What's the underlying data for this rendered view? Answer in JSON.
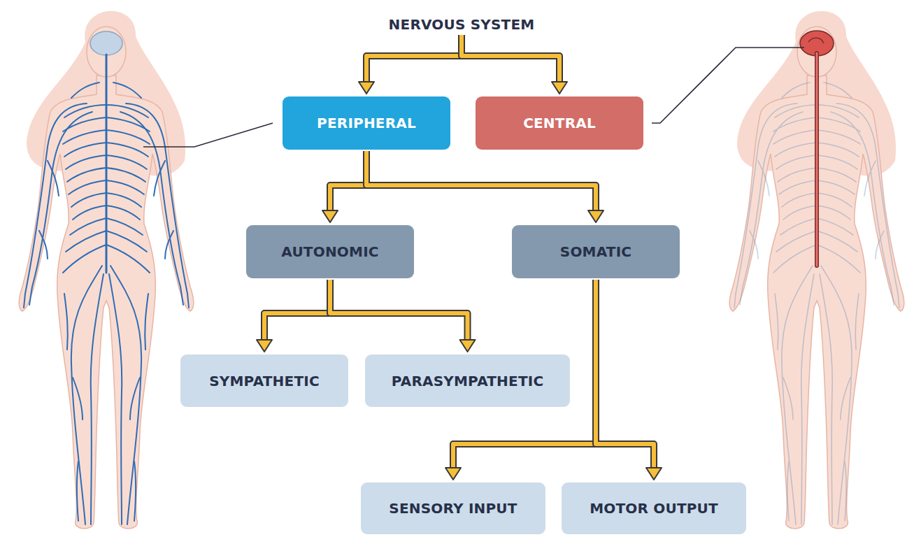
{
  "diagram": {
    "nodes": [
      {
        "text": [
          "NERVOUS SYSTEM"
        ]
      },
      {
        "text": [
          "PERIPHERAL"
        ]
      },
      {
        "text": [
          "CENTRAL"
        ]
      },
      {
        "text": [
          "AUTONOMIC"
        ]
      },
      {
        "text": [
          "SOMATIC"
        ]
      },
      {
        "text": [
          "SYMPATHETIC"
        ]
      },
      {
        "text": [
          "PARASYMPATHETIC"
        ]
      },
      {
        "text": [
          "SENSORY INPUT"
        ]
      },
      {
        "text": [
          "MOTOR OUTPUT"
        ]
      }
    ],
    "edges": [
      {
        "from": 0,
        "to": 1,
        "arrow": "to"
      },
      {
        "from": 0,
        "to": 2,
        "arrow": "to"
      },
      {
        "from": 1,
        "to": 3,
        "arrow": "to"
      },
      {
        "from": 1,
        "to": 4,
        "arrow": "to"
      },
      {
        "from": 3,
        "to": 5,
        "arrow": "to"
      },
      {
        "from": 3,
        "to": 6,
        "arrow": "to"
      },
      {
        "from": 4,
        "to": 7,
        "arrow": "to"
      },
      {
        "from": 4,
        "to": 8,
        "arrow": "to"
      }
    ]
  }
}
